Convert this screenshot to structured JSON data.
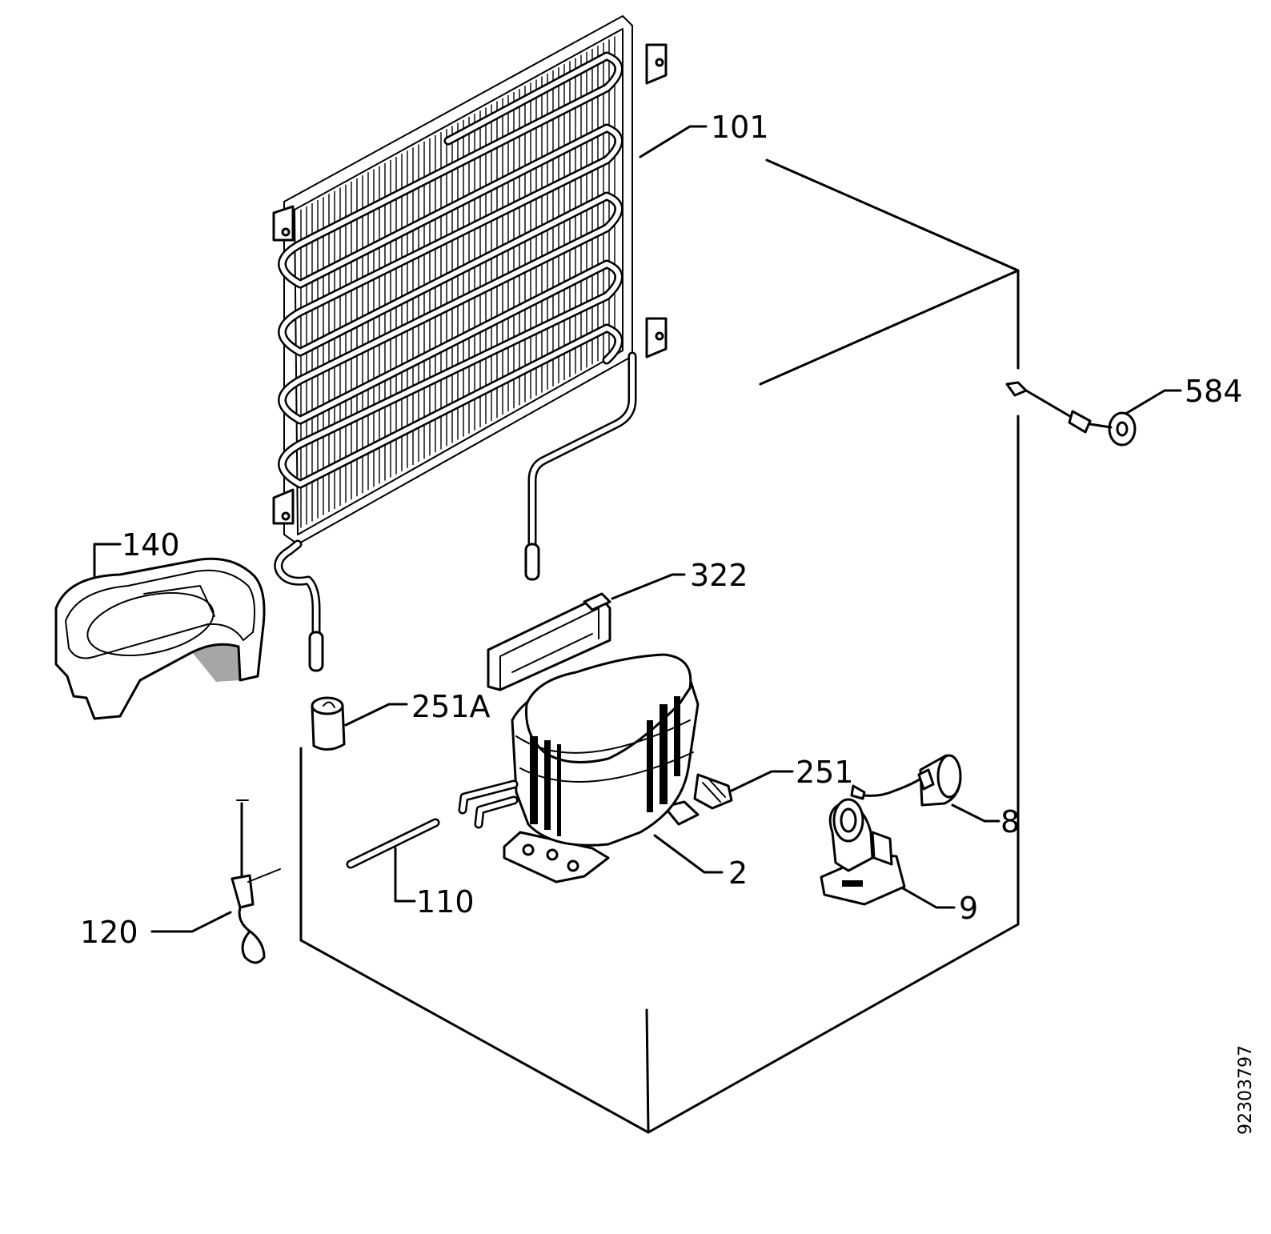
{
  "labels": {
    "p101": "101",
    "p584": "584",
    "p140": "140",
    "p322": "322",
    "p251A": "251A",
    "p251": "251",
    "p8": "8",
    "p2": "2",
    "p9": "9",
    "p110": "110",
    "p120": "120"
  },
  "drawing_code": "92303797"
}
